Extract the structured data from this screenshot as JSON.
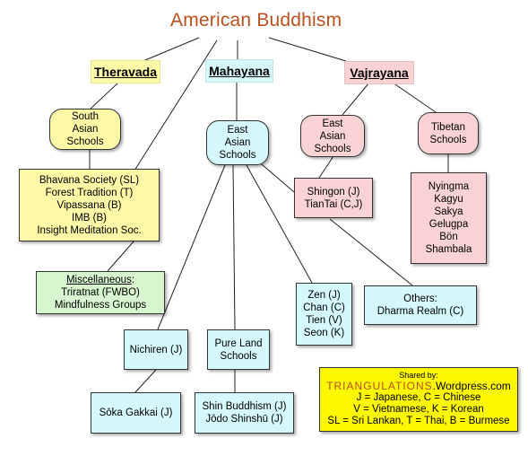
{
  "title": "American Buddhism",
  "branches": {
    "theravada": "Theravada",
    "mahayana": "Mahayana",
    "vajrayana": "Vajrayana"
  },
  "nodes": {
    "south_asian": [
      "South",
      "Asian",
      "Schools"
    ],
    "east_asian_mahayana": [
      "East",
      "Asian",
      "Schools"
    ],
    "east_asian_vajrayana": [
      "East",
      "Asian",
      "Schools"
    ],
    "tibetan": [
      "Tibetan",
      "Schools"
    ],
    "theravada_groups": [
      "Bhavana Society (SL)",
      "Forest Tradition (T)",
      "Vipassana (B)",
      "IMB (B)",
      "Insight Meditation Soc."
    ],
    "misc_title": "Miscellaneous",
    "misc_colon": ":",
    "misc_items": [
      "Triratnat (FWBO)",
      "Mindfulness Groups"
    ],
    "shingon": [
      "Shingon (J)",
      "TianTai (C,J)"
    ],
    "tibetan_schools": [
      "Nyingma",
      "Kagyu",
      "Sakya",
      "Gelugpa",
      "Bön",
      "Shambala"
    ],
    "zen": [
      "Zen (J)",
      "Chan (C)",
      "Tien (V)",
      "Seon (K)"
    ],
    "others": [
      "Others:",
      "Dharma Realm (C)"
    ],
    "nichiren": [
      "Nichiren (J)"
    ],
    "pure_land": [
      "Pure Land",
      "Schools"
    ],
    "soka": [
      "Sōka Gakkai (J)"
    ],
    "shin": [
      "Shin Buddhism (J)",
      "Jōdo Shinshū (J)"
    ]
  },
  "legend": {
    "shared_by": "Shared by:",
    "site_brand": "TRIANGULATIONS",
    "site_rest": ".Wordpress.com",
    "lines": [
      "J = Japanese, C = Chinese",
      "V = Vietnamese, K = Korean",
      "SL = Sri Lankan, T = Thai, B = Burmese"
    ]
  },
  "colors": {
    "title": "#b8501f",
    "theravada": "#fdf9a6",
    "mahayana": "#d4f8fb",
    "vajrayana": "#f9d3d3",
    "misc": "#d7f6d0",
    "legend": "#fdf700"
  }
}
